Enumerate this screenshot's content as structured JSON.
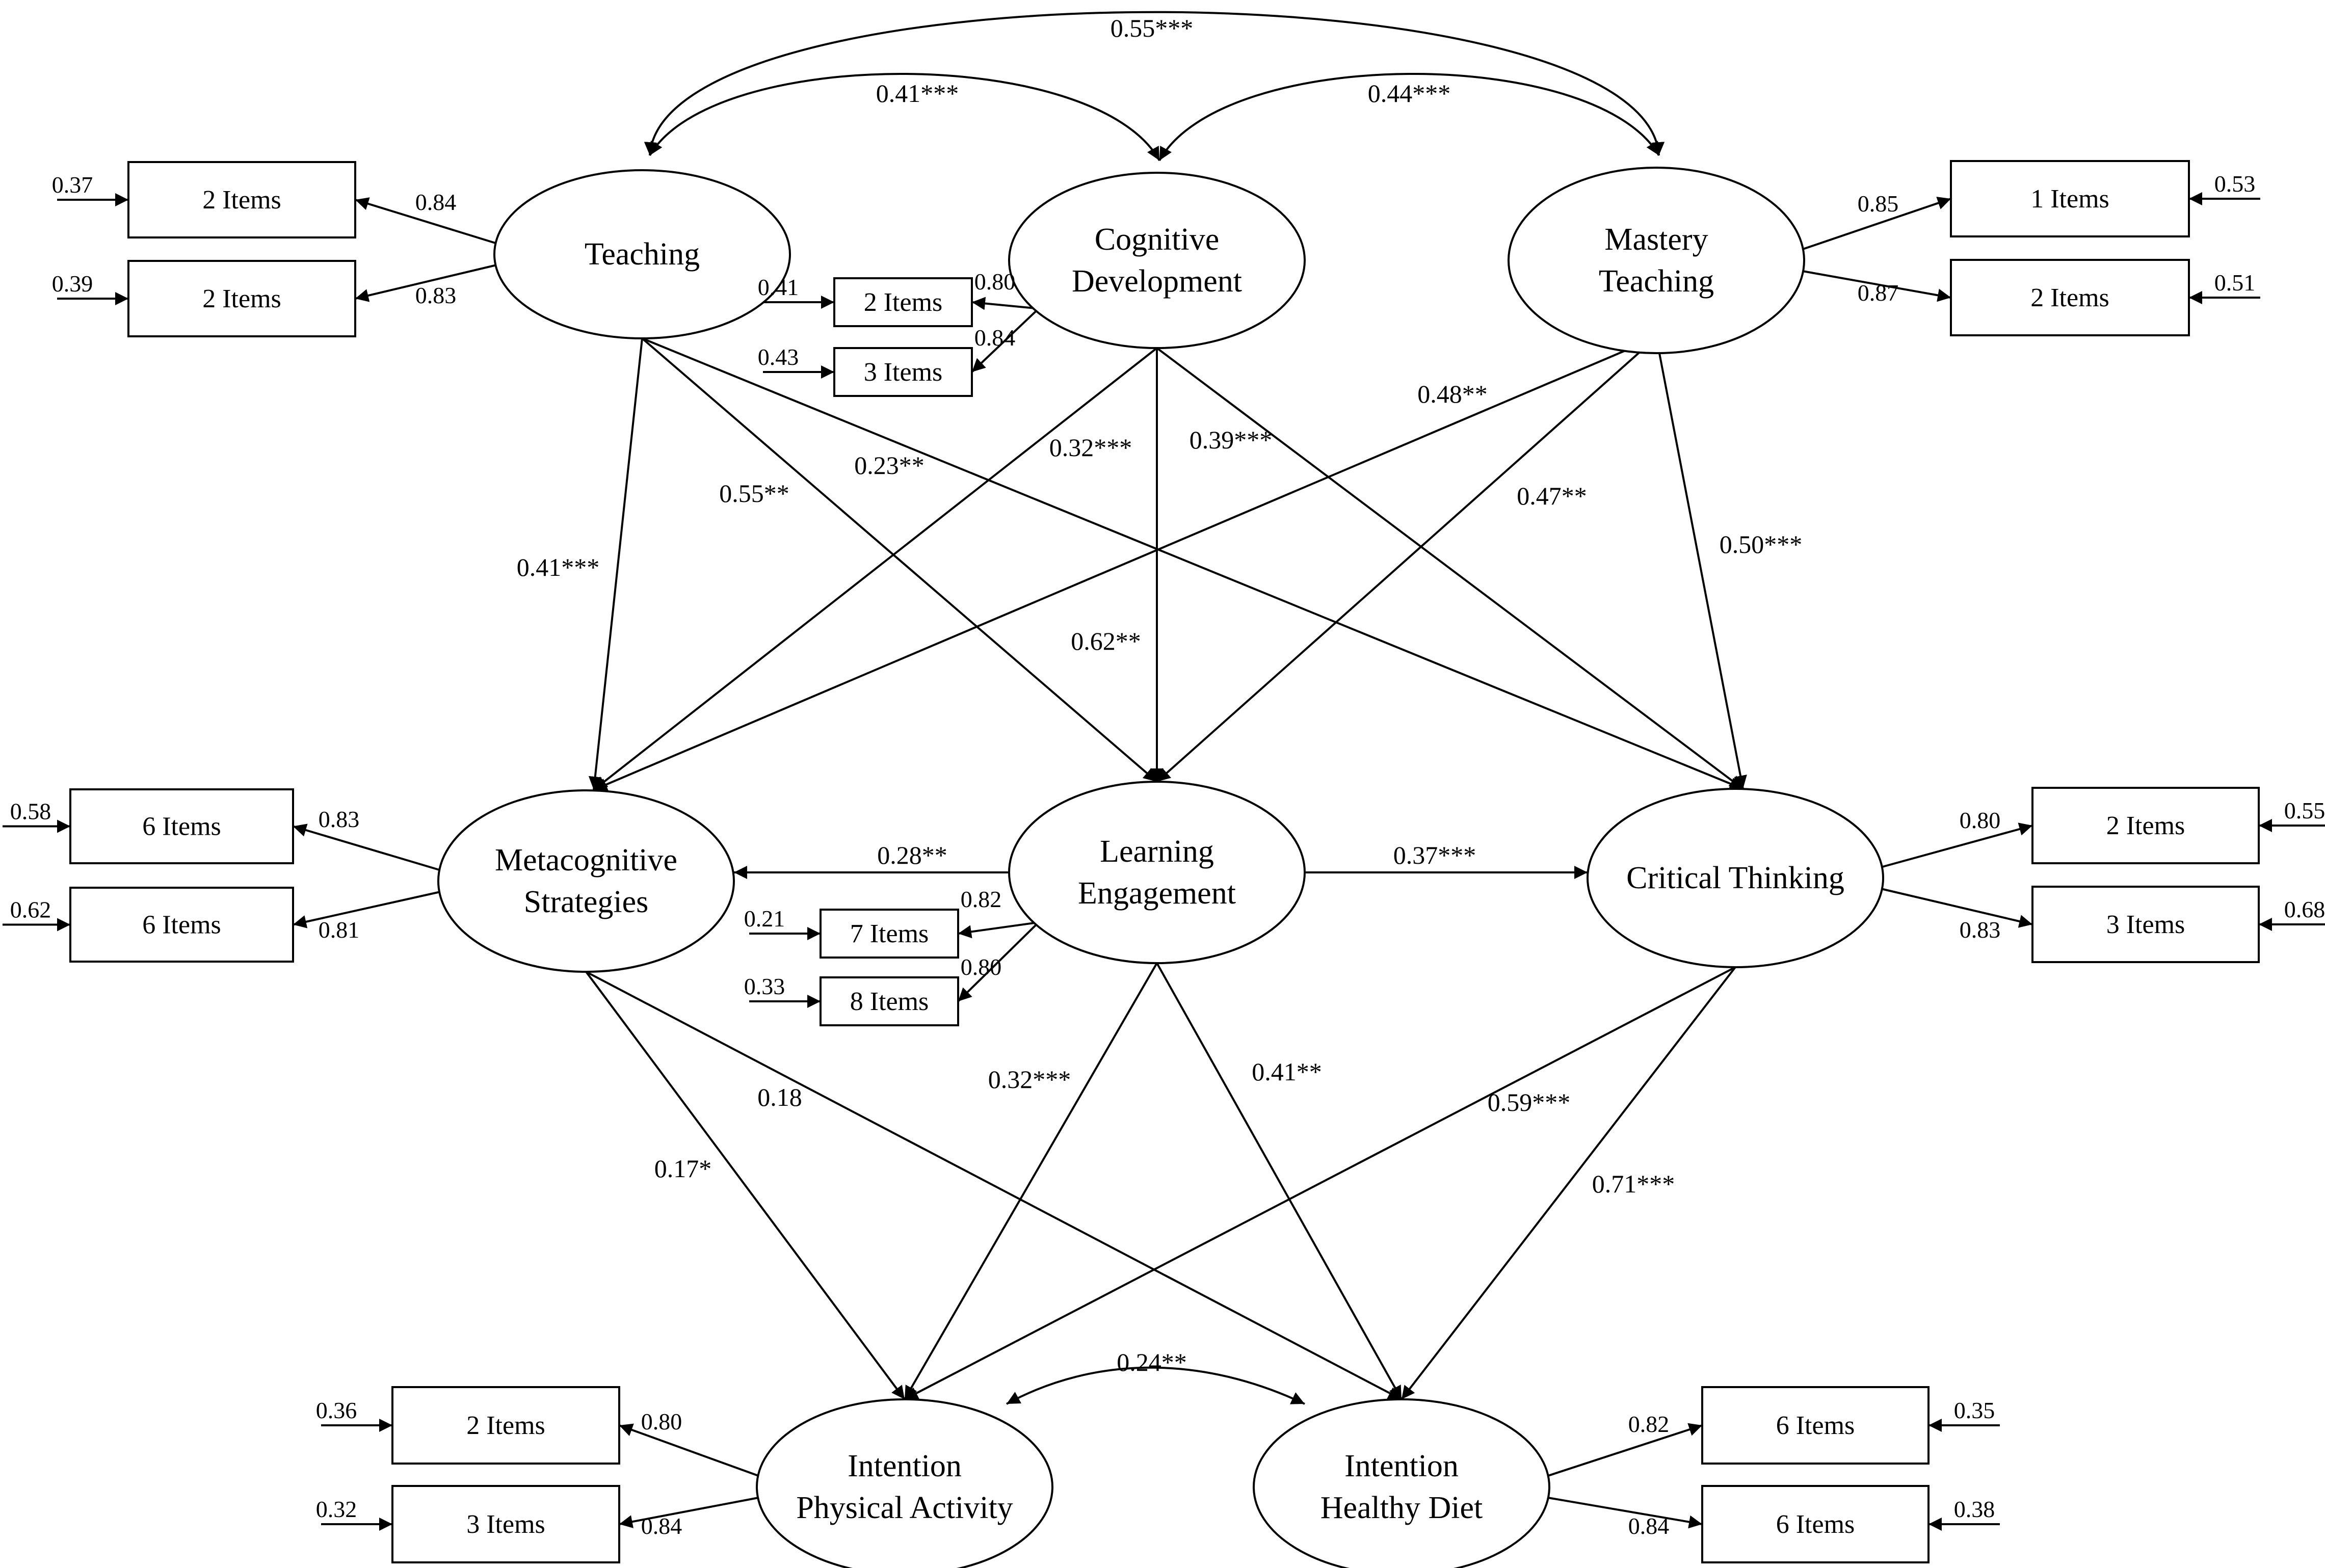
{
  "latents": {
    "teaching": [
      "Teaching"
    ],
    "cognitive": [
      "Cognitive",
      "Development"
    ],
    "mastery": [
      "Mastery",
      "Teaching"
    ],
    "metacog": [
      "Metacognitive",
      "Strategies"
    ],
    "engagement": [
      "Learning",
      "Engagement"
    ],
    "critical": [
      "Critical Thinking"
    ],
    "ipa": [
      "Intention",
      "Physical Activity"
    ],
    "ihd": [
      "Intention",
      "Healthy Diet"
    ]
  },
  "indicators": {
    "teaching_a": {
      "label": "2 Items",
      "loading": "0.84",
      "error": "0.37"
    },
    "teaching_b": {
      "label": "2 Items",
      "loading": "0.83",
      "error": "0.39"
    },
    "cognitive_a": {
      "label": "2 Items",
      "loading": "0.80",
      "error": "0.41"
    },
    "cognitive_b": {
      "label": "3 Items",
      "loading": "0.84",
      "error": "0.43"
    },
    "mastery_a": {
      "label": "1 Items",
      "loading": "0.85",
      "error": "0.53"
    },
    "mastery_b": {
      "label": "2 Items",
      "loading": "0.87",
      "error": "0.51"
    },
    "metacog_a": {
      "label": "6 Items",
      "loading": "0.83",
      "error": "0.58"
    },
    "metacog_b": {
      "label": "6 Items",
      "loading": "0.81",
      "error": "0.62"
    },
    "engagement_a": {
      "label": "7 Items",
      "loading": "0.82",
      "error": "0.21"
    },
    "engagement_b": {
      "label": "8 Items",
      "loading": "0.80",
      "error": "0.33"
    },
    "critical_a": {
      "label": "2 Items",
      "loading": "0.80",
      "error": "0.55"
    },
    "critical_b": {
      "label": "3 Items",
      "loading": "0.83",
      "error": "0.68"
    },
    "ipa_a": {
      "label": "2 Items",
      "loading": "0.80",
      "error": "0.36"
    },
    "ipa_b": {
      "label": "3 Items",
      "loading": "0.84",
      "error": "0.32"
    },
    "ihd_a": {
      "label": "6 Items",
      "loading": "0.82",
      "error": "0.35"
    },
    "ihd_b": {
      "label": "6 Items",
      "loading": "0.84",
      "error": "0.38"
    }
  },
  "covariances": {
    "teaching_mastery": "0.55***",
    "teaching_cognitive": "0.41***",
    "cognitive_mastery": "0.44***",
    "ipa_ihd": "0.24**"
  },
  "paths": {
    "teaching_metacog": "0.41***",
    "teaching_engagement": "0.55**",
    "teaching_critical": "0.23**",
    "cognitive_metacog": "0.32***",
    "cognitive_engagement": "0.62**",
    "cognitive_critical": "0.39***",
    "mastery_metacog": "0.48**",
    "mastery_engagement": "0.47**",
    "mastery_critical": "0.50***",
    "engagement_metacog": "0.28**",
    "engagement_critical": "0.37***",
    "metacog_ipa": "0.17*",
    "metacog_ihd": "0.18",
    "engagement_ipa": "0.32***",
    "engagement_ihd": "0.41**",
    "critical_ipa": "0.59***",
    "critical_ihd": "0.71***"
  }
}
